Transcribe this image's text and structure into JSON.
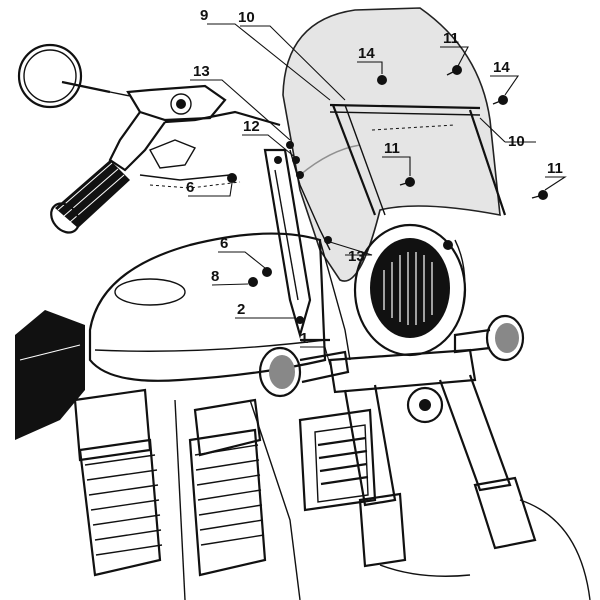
{
  "diagram": {
    "callouts": [
      {
        "id": "c1",
        "text": "1"
      },
      {
        "id": "c2",
        "text": "2"
      },
      {
        "id": "c6a",
        "text": "6"
      },
      {
        "id": "c6b",
        "text": "6"
      },
      {
        "id": "c8",
        "text": "8"
      },
      {
        "id": "c9",
        "text": "9"
      },
      {
        "id": "c10a",
        "text": "10"
      },
      {
        "id": "c10b",
        "text": "10"
      },
      {
        "id": "c11a",
        "text": "11"
      },
      {
        "id": "c11b",
        "text": "11"
      },
      {
        "id": "c11c",
        "text": "11"
      },
      {
        "id": "c12",
        "text": "12"
      },
      {
        "id": "c13a",
        "text": "13"
      },
      {
        "id": "c13b",
        "text": "13"
      },
      {
        "id": "c14a",
        "text": "14"
      },
      {
        "id": "c14b",
        "text": "14"
      }
    ]
  }
}
